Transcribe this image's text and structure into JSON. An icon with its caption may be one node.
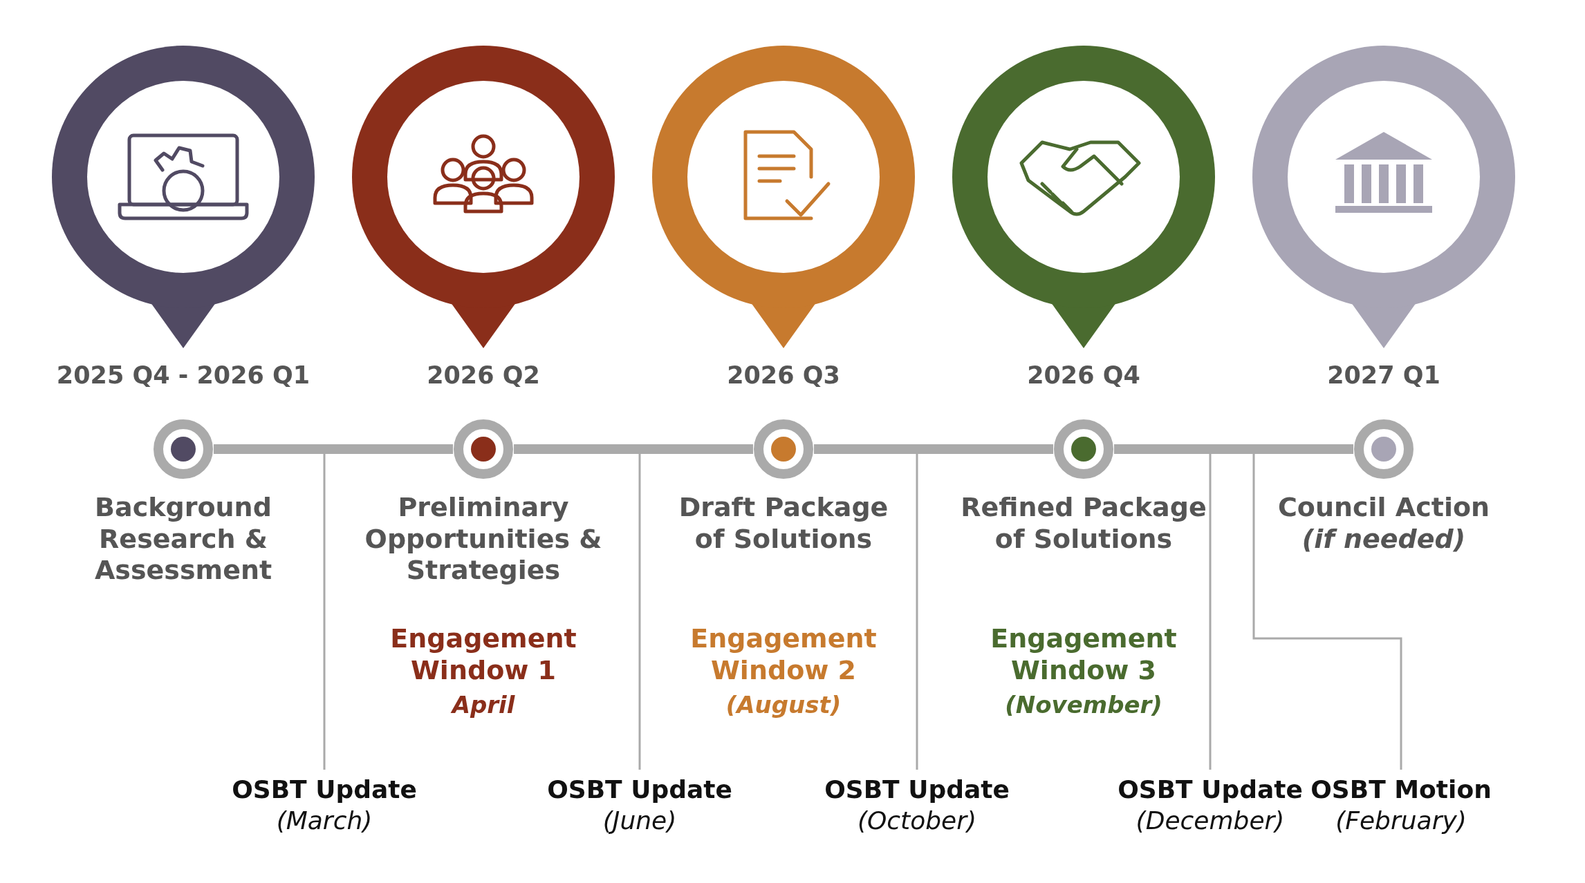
{
  "diagram": {
    "nodes": [
      {
        "text": [],
        "shape": "circle",
        "beside": [
          "2025 Q4 - 2026 Q1",
          "Background Research & Assessment"
        ]
      },
      {
        "text": [],
        "shape": "bar"
      },
      {
        "text": [],
        "shape": "circle",
        "beside": [
          "2026 Q2",
          "Preliminary Opportunities & Strategies",
          "Engagement Window 1",
          "April"
        ]
      },
      {
        "text": [],
        "shape": "bar"
      },
      {
        "text": [],
        "shape": "circle",
        "beside": [
          "2026 Q3",
          "Draft Package of Solutions",
          "Engagement Window 2",
          "(August)"
        ]
      },
      {
        "text": [],
        "shape": "bar"
      },
      {
        "text": [],
        "shape": "circle",
        "beside": [
          "2026 Q4",
          "Refined Package of Solutions",
          "Engagement Window 3",
          "(November)"
        ]
      },
      {
        "text": [],
        "shape": "bar"
      },
      {
        "text": [],
        "shape": "circle",
        "beside": [
          "2027 Q1",
          "Council Action *(if needed)*"
        ]
      },
      {
        "text": [
          "OSBT Update",
          "(March)"
        ]
      },
      {
        "text": [
          "OSBT Update",
          "(June)"
        ]
      },
      {
        "text": [
          "OSBT Update",
          "(October)"
        ]
      },
      {
        "text": [
          "OSBT Update",
          "(December)"
        ]
      },
      {
        "text": [
          "OSBT Motion",
          "(February)"
        ]
      }
    ],
    "edges": [
      {
        "from": 1,
        "to": 9,
        "arrow": "none"
      },
      {
        "from": 3,
        "to": 10,
        "arrow": "none"
      },
      {
        "from": 5,
        "to": 11,
        "arrow": "none"
      },
      {
        "from": 7,
        "to": 12,
        "arrow": "none"
      },
      {
        "from": 7,
        "to": 13,
        "arrow": "none"
      }
    ]
  }
}
